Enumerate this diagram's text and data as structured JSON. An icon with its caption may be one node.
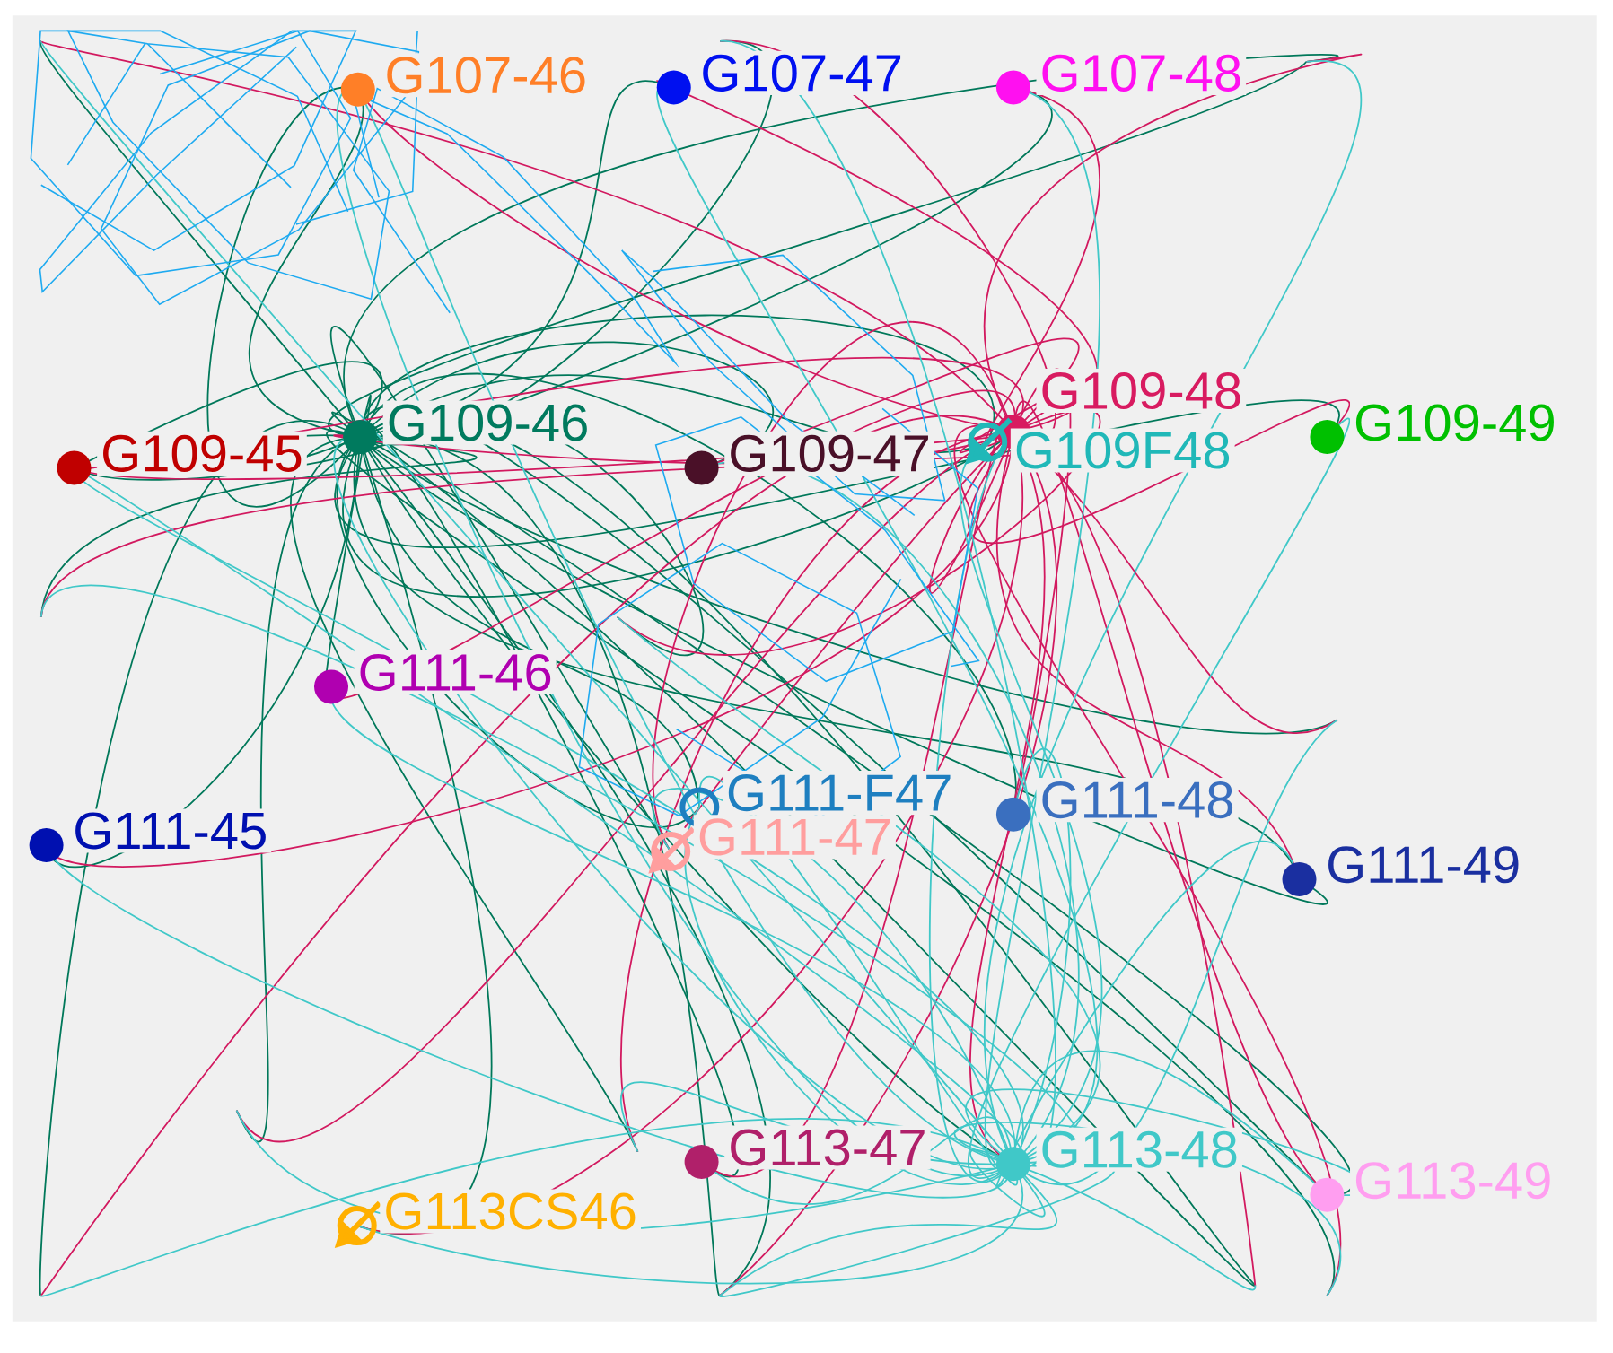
{
  "diagram": {
    "nodes": [
      {
        "text": [
          "G107-46"
        ]
      },
      {
        "text": [
          "G107-47"
        ]
      },
      {
        "text": [
          "G107-48"
        ]
      },
      {
        "text": [
          "G109-45"
        ]
      },
      {
        "text": [
          "G109-46"
        ]
      },
      {
        "text": [
          "G109-47"
        ]
      },
      {
        "text": [
          "G109-48"
        ]
      },
      {
        "text": [
          "G109F48"
        ]
      },
      {
        "text": [
          "G109-49"
        ]
      },
      {
        "text": [
          "G111-46"
        ]
      },
      {
        "text": [
          "G111-F47"
        ]
      },
      {
        "text": [
          "G111-48"
        ]
      },
      {
        "text": [
          "G111-45"
        ]
      },
      {
        "text": [
          "G111-47"
        ]
      },
      {
        "text": [
          "G111-49"
        ]
      },
      {
        "text": [
          "G113-47"
        ]
      },
      {
        "text": [
          "G113-48"
        ]
      },
      {
        "text": [
          "G113-49"
        ]
      },
      {
        "text": [
          "G113CS46"
        ]
      }
    ]
  }
}
